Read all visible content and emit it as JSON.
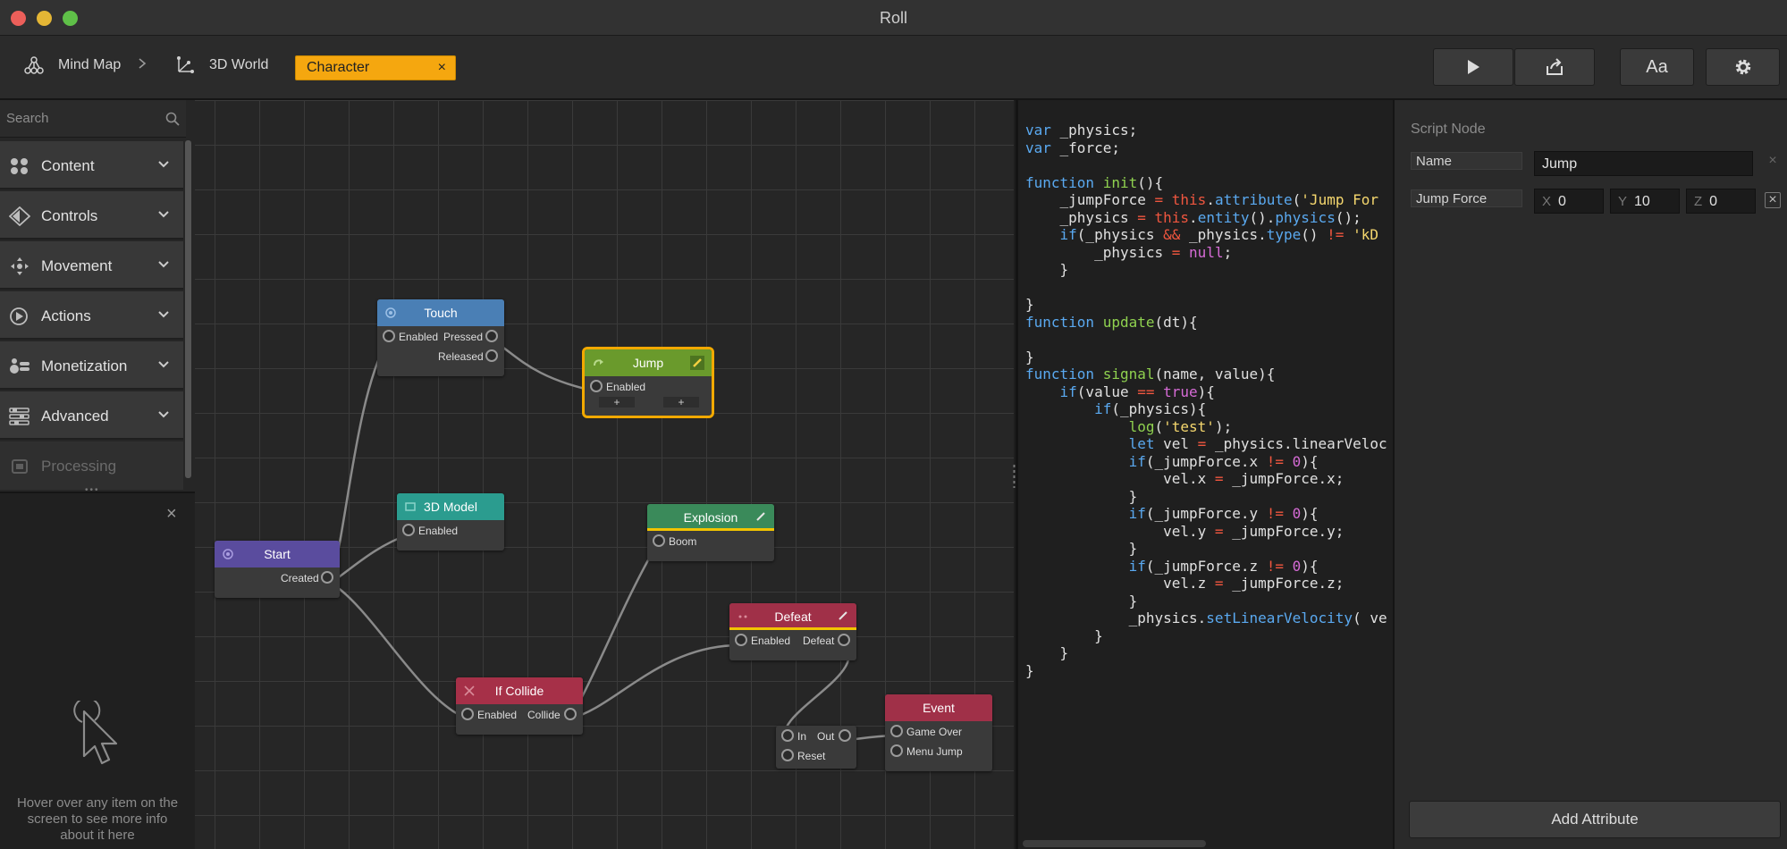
{
  "window": {
    "title": "Roll"
  },
  "breadcrumb": {
    "items": [
      {
        "label": "Mind Map"
      },
      {
        "label": "3D World"
      }
    ],
    "active_tab": "Character",
    "close_glyph": "×"
  },
  "toolbar": {
    "font_button_label": "Aa"
  },
  "sidebar": {
    "search_placeholder": "Search",
    "categories": [
      {
        "label": "Content"
      },
      {
        "label": "Controls"
      },
      {
        "label": "Movement"
      },
      {
        "label": "Actions"
      },
      {
        "label": "Monetization"
      },
      {
        "label": "Advanced"
      },
      {
        "label": "Processing"
      }
    ],
    "info_text": "Hover over any item on the screen to see more info about it here",
    "close_glyph": "×"
  },
  "graph": {
    "nodes": {
      "touch": {
        "title": "Touch",
        "ports": [
          "Enabled",
          "Pressed",
          "Released"
        ]
      },
      "jump": {
        "title": "Jump",
        "ports": [
          "Enabled"
        ],
        "add": "+"
      },
      "model3d": {
        "title": "3D Model",
        "ports": [
          "Enabled"
        ]
      },
      "start": {
        "title": "Start",
        "ports": [
          "Created"
        ]
      },
      "explosion": {
        "title": "Explosion",
        "ports": [
          "Boom"
        ]
      },
      "defeat": {
        "title": "Defeat",
        "ports": [
          "Enabled",
          "Defeat"
        ]
      },
      "ifcollide": {
        "title": "If Collide",
        "ports": [
          "Enabled",
          "Collide"
        ]
      },
      "gate": {
        "ports": [
          "In",
          "Out",
          "Reset"
        ]
      },
      "event": {
        "title": "Event",
        "ports": [
          "Game Over",
          "Menu Jump"
        ]
      }
    },
    "colors": {
      "touch": "#4a7fb5",
      "jump": "#6a9a2c",
      "model3d": "#2b9c8f",
      "start": "#5a4c9e",
      "explosion": "#3a8a5a",
      "defeat": "#a03048",
      "ifcollide": "#a63048",
      "event": "#a03048",
      "selection": "#f2a900"
    }
  },
  "code": {
    "lines": [
      "var _physics;",
      "var _force;",
      "",
      "function init(){",
      "    _jumpForce = this.attribute('Jump For",
      "    _physics = this.entity().physics();",
      "    if(_physics && _physics.type() != 'kD",
      "        _physics = null;",
      "    }",
      "",
      "}",
      "function update(dt){",
      "",
      "}",
      "function signal(name, value){",
      "    if(value == true){",
      "        if(_physics){",
      "            log('test');",
      "            let vel = _physics.linearVeloc",
      "            if(_jumpForce.x != 0){",
      "                vel.x = _jumpForce.x;",
      "            }",
      "            if(_jumpForce.y != 0){",
      "                vel.y = _jumpForce.y;",
      "            }",
      "            if(_jumpForce.z != 0){",
      "                vel.z = _jumpForce.z;",
      "            }",
      "            _physics.setLinearVelocity( ve",
      "        }",
      "    }",
      "}"
    ]
  },
  "inspector": {
    "title": "Script Node",
    "name_label": "Name",
    "name_value": "Jump",
    "attr_label": "Jump Force",
    "x_axis": "X",
    "x_value": "0",
    "y_axis": "Y",
    "y_value": "10",
    "z_axis": "Z",
    "z_value": "0",
    "remove_glyph": "×",
    "add_attribute_label": "Add Attribute"
  }
}
